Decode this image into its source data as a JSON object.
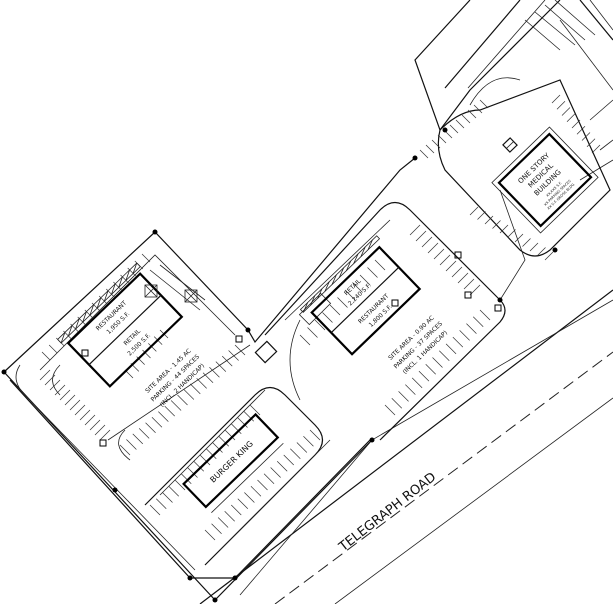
{
  "road": {
    "name": "TELEGRAPH ROAD"
  },
  "buildings": {
    "restaurant_left": {
      "name": "RESTAURANT",
      "area": "1,950 S.F."
    },
    "retail_left": {
      "name": "RETAIL",
      "area": "2,500 S.F."
    },
    "burger_king": {
      "name": "BURGER KING"
    },
    "retail_mid": {
      "name": "RETAIL",
      "area": "2,240 S.F."
    },
    "restaurant_mid": {
      "name": "RESTAURANT",
      "area": "1,800 S.F."
    },
    "medical": {
      "line1": "ONE STORY",
      "line2": "MEDICAL",
      "line3": "BUILDING",
      "detail1": "XX,XXX S.F.",
      "detail2": "XX PARKING SPACES",
      "detail3": "XX S.F. GROSS BLDG"
    }
  },
  "site_left": {
    "area": "SITE AREA - 1.45 AC",
    "parking": "PARKING - 44 SPACES",
    "note": "(INCL. 2 HANDICAP)"
  },
  "site_mid": {
    "area": "SITE AREA - 0.90 AC",
    "parking": "PARKING - 37 SPACES",
    "note": "(INCL. 1 HANDICAP)"
  }
}
